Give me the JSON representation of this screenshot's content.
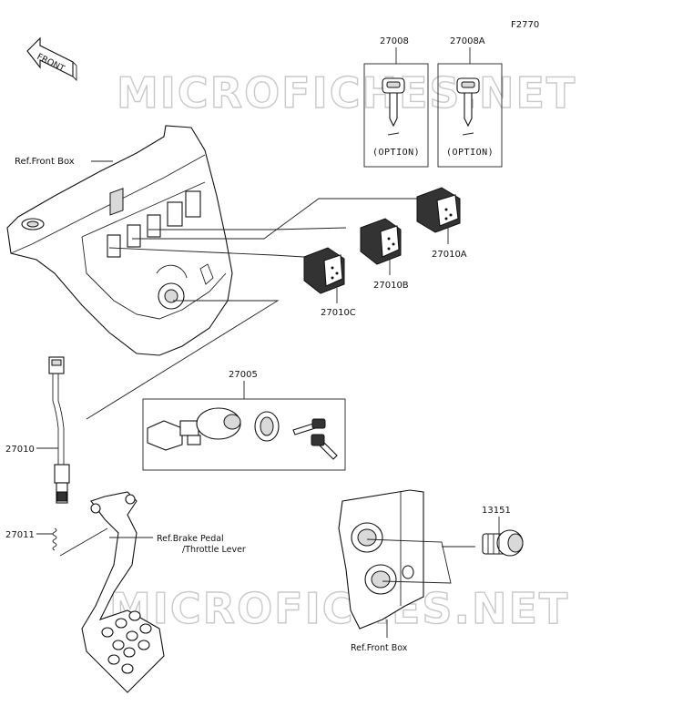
{
  "diagram_code": "F2770",
  "front_arrow_label": "FRONT",
  "watermark_text": "MICROFICHES.NET",
  "parts": {
    "key_a": "27008",
    "key_b": "27008A",
    "option_a": "(OPTION)",
    "option_b": "(OPTION)",
    "switch_a": "27010A",
    "switch_b": "27010B",
    "switch_c": "27010C",
    "ignition_switch": "27005",
    "brake_switch": "27010",
    "spring": "27011",
    "socket": "13151"
  },
  "references": {
    "front_box_top": "Ref.Front Box",
    "front_box_bottom": "Ref.Front Box",
    "brake_pedal_line1": "Ref.Brake Pedal",
    "brake_pedal_line2": "/Throttle Lever"
  }
}
